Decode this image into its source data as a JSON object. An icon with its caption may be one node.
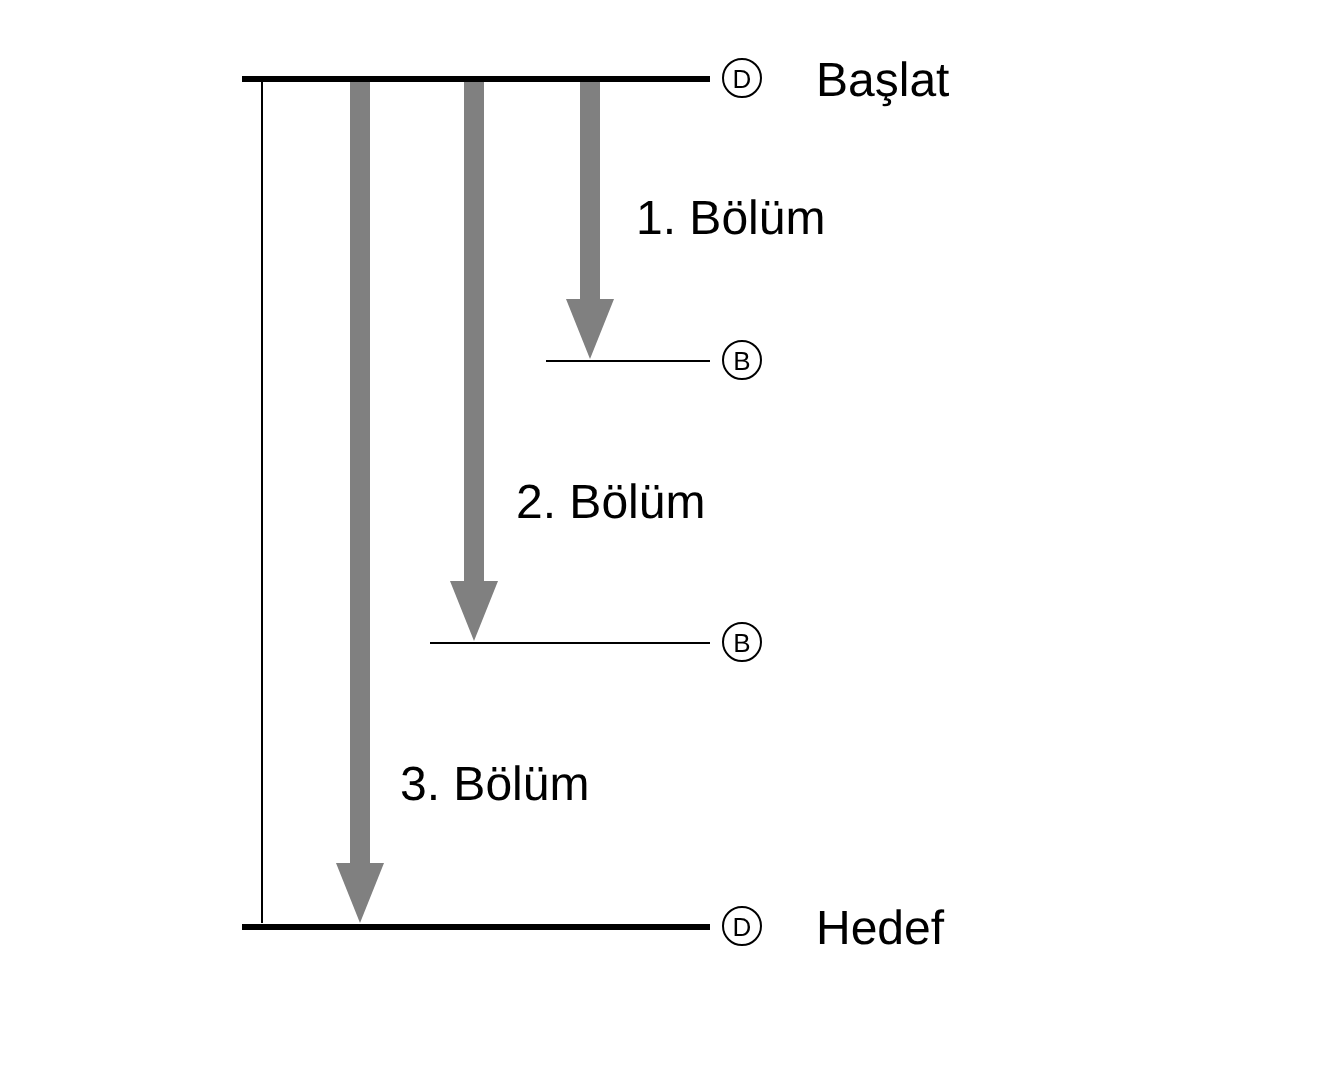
{
  "diagram": {
    "nodes": [
      {
        "text": [],
        "shape": "bar"
      },
      {
        "text": [],
        "shape": "bar"
      },
      {
        "text": [],
        "shape": "bar"
      },
      {
        "text": [],
        "shape": "bar"
      },
      {
        "text": [
          "D"
        ],
        "beside": [
          "Başlat"
        ]
      },
      {
        "text": [
          "B"
        ]
      },
      {
        "text": [
          "B"
        ]
      },
      {
        "text": [
          "D"
        ],
        "beside": [
          "Hedef"
        ]
      }
    ],
    "edges": [
      {
        "from": 0,
        "to": 1,
        "arrow": "to",
        "label": "1. Bölüm"
      },
      {
        "from": 0,
        "to": 2,
        "arrow": "to",
        "label": "2. Bölüm"
      },
      {
        "from": 0,
        "to": 3,
        "arrow": "to",
        "label": "3. Bölüm"
      },
      {
        "from": 0,
        "to": 3,
        "arrow": "none",
        "color": "#000000"
      }
    ]
  }
}
